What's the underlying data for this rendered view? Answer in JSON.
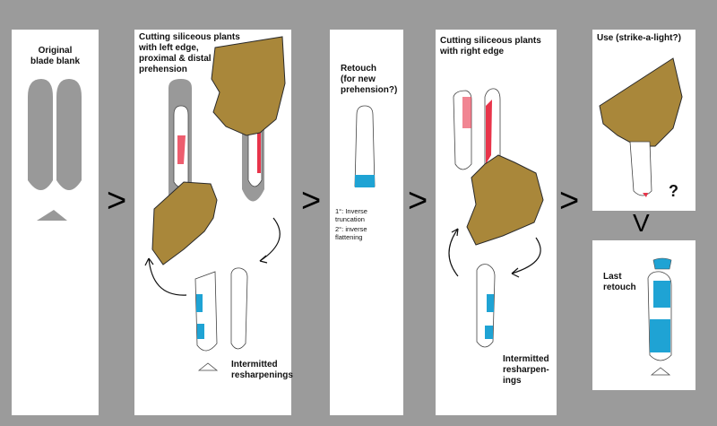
{
  "panels": {
    "p1": {
      "title_line1": "Original",
      "title_line2": "blade blank"
    },
    "p2": {
      "title_line1": "Cutting siliceous plants",
      "title_line2": "with left edge,",
      "title_line3": "proximal & distal",
      "title_line4": "prehension",
      "caption_line1": "Intermitted",
      "caption_line2": "resharpenings"
    },
    "p3": {
      "title_line1": "Retouch",
      "title_line2": "(for new",
      "title_line3": "prehension?)",
      "note_line1": "1°: Inverse",
      "note_line2": "truncation",
      "note_line3": "2°: inverse",
      "note_line4": "flattening"
    },
    "p4": {
      "title_line1": "Cutting siliceous plants",
      "title_line2": "with right edge",
      "caption_line1": "Intermitted",
      "caption_line2": "resharpen-",
      "caption_line3": "ings"
    },
    "p5": {
      "title": "Use (strike-a-light?)",
      "question_mark": "?"
    },
    "p6": {
      "title_line1": "Last",
      "title_line2": "retouch"
    }
  },
  "arrows": {
    "a1": ">",
    "a2": ">",
    "a3": ">",
    "a4": ">",
    "down": "V"
  },
  "colors": {
    "background": "#9b9b9b",
    "panel": "#ffffff",
    "blade_gray": "#999999",
    "hand": "#a9873a",
    "use_wear_red": "#e8344a",
    "retouch_blue": "#1fa3d4"
  }
}
